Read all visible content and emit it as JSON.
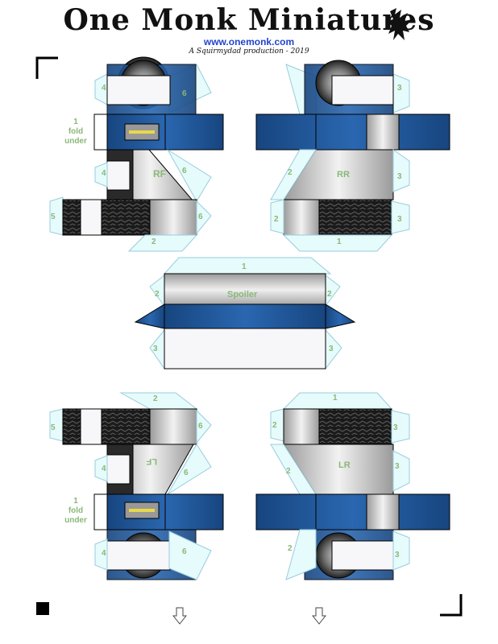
{
  "header": {
    "title": "One Monk Miniatures",
    "url": "www.onemonk.com",
    "byline": "A Squirmydad production - 2019"
  },
  "labels": {
    "rf": "RF",
    "rr": "RR",
    "lf": "LF",
    "lr": "LR",
    "spoiler": "Spoiler",
    "fold_line1": "1",
    "fold_line2": "fold",
    "fold_line3": "under"
  },
  "tab_numbers": [
    "1",
    "2",
    "3",
    "4",
    "5",
    "6"
  ],
  "colors": {
    "blue": "#1d4f93",
    "tab": "#e6fbfb",
    "tab_text": "#8ab878",
    "grey": "#b8b8b8",
    "white_panel": "#f8f8fb"
  },
  "icons": [
    "dragon-logo-icon",
    "arrow-down-icon",
    "corner-mark-icon"
  ]
}
